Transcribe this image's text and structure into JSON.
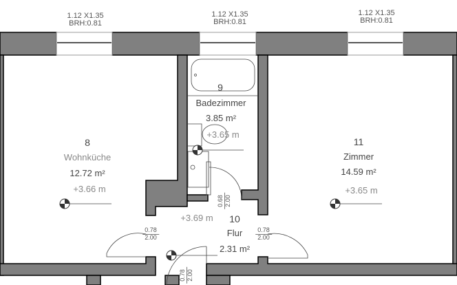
{
  "windows": [
    {
      "size": "1.12 X1.35",
      "sill": "BRH:0.81"
    },
    {
      "size": "1.12 X1.35",
      "sill": "BRH:0.81"
    },
    {
      "size": "1.12 X1.35",
      "sill": "BRH:0.81"
    }
  ],
  "rooms": [
    {
      "number": "8",
      "name": "Wohnküche",
      "area": "12.72 m²",
      "level": "+3.66 m"
    },
    {
      "number": "9",
      "name": "Badezimmer",
      "area": "3.85 m²",
      "level": "+3.65 m"
    },
    {
      "number": "10",
      "name": "Flur",
      "area": "2.31 m²",
      "level": "+3.69 m"
    },
    {
      "number": "11",
      "name": "Zimmer",
      "area": "14.59 m²",
      "level": "+3.65 m"
    }
  ],
  "doors": [
    {
      "width": "0.68",
      "height": "2.00"
    },
    {
      "width": "0.78",
      "height": "2.00"
    },
    {
      "width": "0.78",
      "height": "2.00"
    },
    {
      "width": "0.78",
      "height": "2.00"
    }
  ],
  "colors": {
    "wall": "#808080",
    "outline": "#000000"
  }
}
